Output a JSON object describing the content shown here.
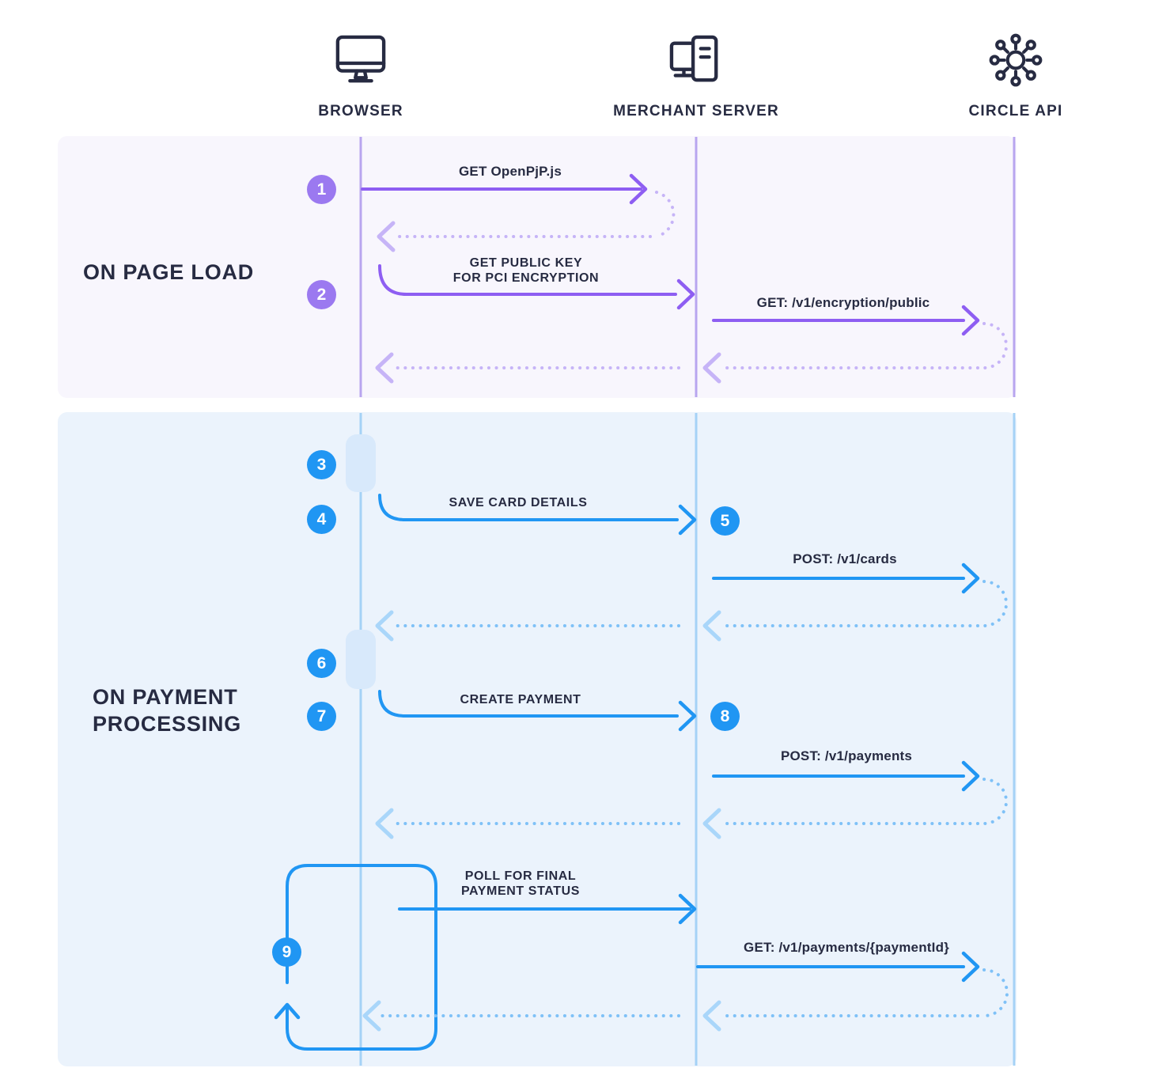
{
  "actors": [
    {
      "label": "BROWSER",
      "icon": "monitor-icon"
    },
    {
      "label": "MERCHANT SERVER",
      "icon": "server-icon"
    },
    {
      "label": "CIRCLE API",
      "icon": "hub-icon"
    }
  ],
  "sections": [
    {
      "label": "ON PAGE LOAD"
    },
    {
      "label": "ON PAYMENT\nPROCESSING"
    }
  ],
  "steps": [
    "1",
    "2",
    "3",
    "4",
    "5",
    "6",
    "7",
    "8",
    "9"
  ],
  "messages": {
    "get_openpjp": "GET OpenPjP.js",
    "get_public_key": "GET PUBLIC KEY\nFOR PCI ENCRYPTION",
    "get_encryption_public": "GET: /v1/encryption/public",
    "save_card_details": "SAVE CARD DETAILS",
    "post_cards": "POST: /v1/cards",
    "create_payment": "CREATE PAYMENT",
    "post_payments": "POST: /v1/payments",
    "poll_status": "POLL FOR FINAL\nPAYMENT STATUS",
    "get_payment_by_id": "GET: /v1/payments/{paymentId}"
  },
  "colors": {
    "ink": "#272b42",
    "purple": "#8e5ef2",
    "purple-circle": "#9b79f0",
    "purple-dot": "#c6b4f7",
    "purple-line": "#b8a5ef",
    "purple-bg": "#f8f6fd",
    "blue": "#2096f3",
    "blue-dot": "#7fc1f7",
    "blue-dot-light": "#a9d6fa",
    "blue-line": "#a5d2f6",
    "blue-bg": "#ebf3fc",
    "activation": "#d8e9fb"
  }
}
